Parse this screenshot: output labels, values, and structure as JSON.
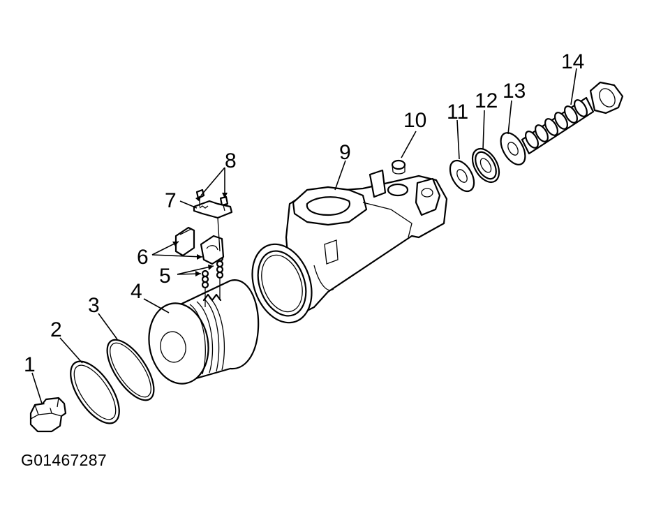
{
  "figure_id": "G01467287",
  "callouts": {
    "c1": "1",
    "c2": "2",
    "c3": "3",
    "c4": "4",
    "c5": "5",
    "c6": "6",
    "c7": "7",
    "c8": "8",
    "c9": "9",
    "c10": "10",
    "c11": "11",
    "c12": "12",
    "c13": "13",
    "c14": "14"
  }
}
